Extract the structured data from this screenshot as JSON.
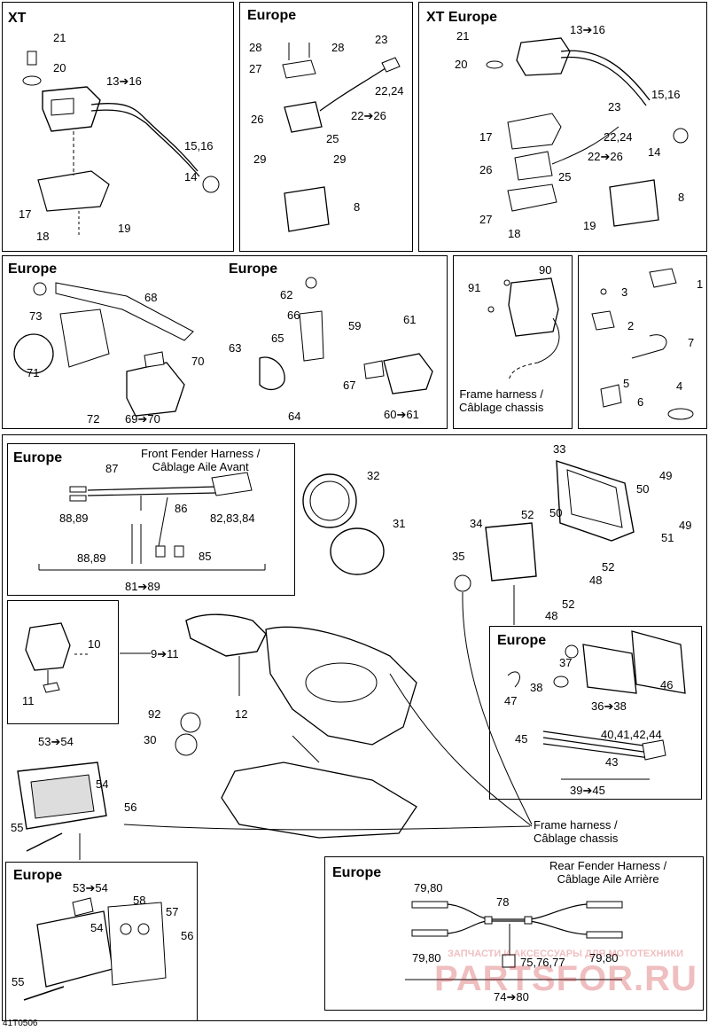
{
  "panels": {
    "xt": {
      "title": "XT",
      "callouts": [
        "21",
        "20",
        "13➔16",
        "15,16",
        "14",
        "17",
        "18",
        "19"
      ]
    },
    "europe_top": {
      "title": "Europe",
      "callouts": [
        "28",
        "28",
        "27",
        "23",
        "22,24",
        "26",
        "22➔26",
        "25",
        "29",
        "29",
        "8"
      ]
    },
    "xt_europe": {
      "title": "XT Europe",
      "callouts": [
        "21",
        "13➔16",
        "20",
        "15,16",
        "23",
        "17",
        "22,24",
        "14",
        "26",
        "22➔26",
        "25",
        "8",
        "27",
        "18",
        "19"
      ]
    },
    "europe_left": {
      "title": "Europe",
      "callouts": [
        "68",
        "73",
        "70",
        "71",
        "72",
        "69➔70"
      ]
    },
    "europe_mid": {
      "title": "Europe",
      "callouts": [
        "62",
        "66",
        "59",
        "61",
        "63",
        "65",
        "67",
        "64",
        "60➔61"
      ]
    },
    "regulator": {
      "callouts": [
        "90",
        "91"
      ],
      "note_line1": "Frame harness /",
      "note_line2": "Câblage chassis"
    },
    "small_parts": {
      "callouts": [
        "1",
        "3",
        "2",
        "7",
        "5",
        "6",
        "4"
      ]
    },
    "front_fender": {
      "title": "Europe",
      "header_line1": "Front Fender Harness /",
      "header_line2": "Câblage Aile Avant",
      "callouts": [
        "87",
        "86",
        "88,89",
        "82,83,84",
        "88,89",
        "85",
        "81➔89"
      ]
    },
    "switch": {
      "callouts": [
        "10",
        "9➔11",
        "11"
      ]
    },
    "main": {
      "callouts": [
        "32",
        "31",
        "33",
        "49",
        "50",
        "52",
        "50",
        "49",
        "51",
        "34",
        "52",
        "35",
        "48",
        "48",
        "52",
        "12",
        "92",
        "30",
        "53➔54",
        "54",
        "56",
        "55"
      ],
      "note_line1": "Frame harness /",
      "note_line2": "Câblage chassis"
    },
    "headlight_europe": {
      "title": "Europe",
      "callouts": [
        "37",
        "46",
        "38",
        "47",
        "36➔38",
        "45",
        "40,41,42,44",
        "43",
        "39➔45"
      ]
    },
    "tail_europe": {
      "title": "Europe",
      "callouts": [
        "53➔54",
        "58",
        "54",
        "57",
        "56",
        "55"
      ]
    },
    "rear_fender": {
      "title": "Europe",
      "header_line1": "Rear Fender Harness /",
      "header_line2": "Câblage Aile Arrière",
      "callouts": [
        "79,80",
        "78",
        "79,80",
        "79,80",
        "75,76,77",
        "74➔80"
      ]
    }
  },
  "code": "41T0506",
  "watermark": {
    "line": "ЗАПЧАСТИ И АКСЕССУАРЫ ДЛЯ МОТОТЕХНИКИ",
    "brand": "PARTSFOR.RU"
  }
}
